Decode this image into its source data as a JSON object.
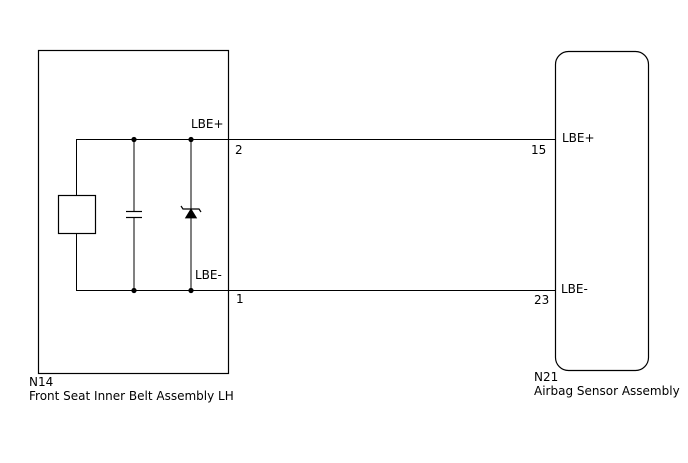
{
  "left_component": {
    "code": "N14",
    "name": "Front Seat Inner Belt Assembly LH",
    "terminal_top_label": "LBE+",
    "terminal_bottom_label": "LBE-",
    "pin_top": "2",
    "pin_bottom": "1"
  },
  "right_component": {
    "code": "N21",
    "name": "Airbag Sensor Assembly",
    "terminal_top_label": "LBE+",
    "terminal_bottom_label": "LBE-",
    "pin_top": "15",
    "pin_bottom": "23"
  },
  "internal_symbols": [
    "resistor",
    "capacitor",
    "zener-diode"
  ]
}
